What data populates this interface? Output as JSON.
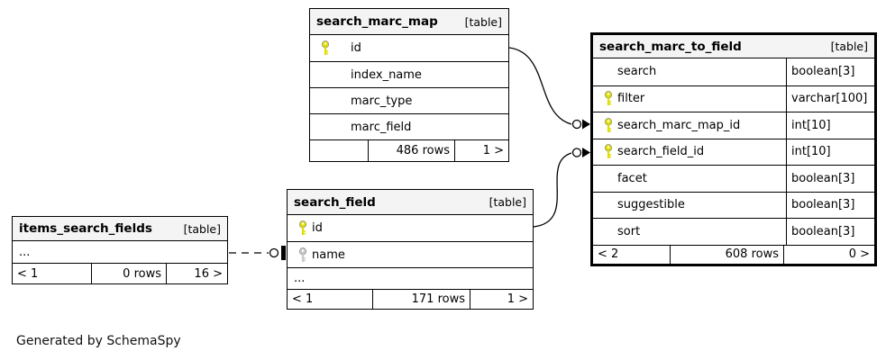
{
  "note": "Generated by SchemaSpy",
  "colors": {
    "primary_key": "#dede00",
    "unique_key": "#c9c9c9",
    "header_bg": "#f4f4f4",
    "border": "#000000"
  },
  "tables": {
    "search_marc_map": {
      "title": "search_marc_map",
      "tag": "[table]",
      "columns": [
        {
          "name": "id",
          "key": "primary"
        },
        {
          "name": "index_name"
        },
        {
          "name": "marc_type"
        },
        {
          "name": "marc_field"
        }
      ],
      "footer": {
        "prev": "",
        "rows": "486 rows",
        "next": "1 >"
      }
    },
    "search_marc_to_field": {
      "title": "search_marc_to_field",
      "tag": "[table]",
      "columns": [
        {
          "name": "search",
          "type": "boolean[3]"
        },
        {
          "name": "filter",
          "type": "varchar[100]",
          "key": "primary"
        },
        {
          "name": "search_marc_map_id",
          "type": "int[10]",
          "key": "primary"
        },
        {
          "name": "search_field_id",
          "type": "int[10]",
          "key": "primary"
        },
        {
          "name": "facet",
          "type": "boolean[3]"
        },
        {
          "name": "suggestible",
          "type": "boolean[3]"
        },
        {
          "name": "sort",
          "type": "boolean[3]"
        }
      ],
      "footer": {
        "prev": "< 2",
        "rows": "608 rows",
        "next": "0 >"
      }
    },
    "search_field": {
      "title": "search_field",
      "tag": "[table]",
      "columns": [
        {
          "name": "id",
          "key": "primary"
        },
        {
          "name": "name",
          "key": "unique"
        }
      ],
      "ellipsis": "...",
      "footer": {
        "prev": "< 1",
        "rows": "171 rows",
        "next": "1 >"
      }
    },
    "items_search_fields": {
      "title": "items_search_fields",
      "tag": "[table]",
      "ellipsis": "...",
      "footer": {
        "prev": "< 1",
        "rows": "0 rows",
        "next": "16 >"
      }
    }
  }
}
